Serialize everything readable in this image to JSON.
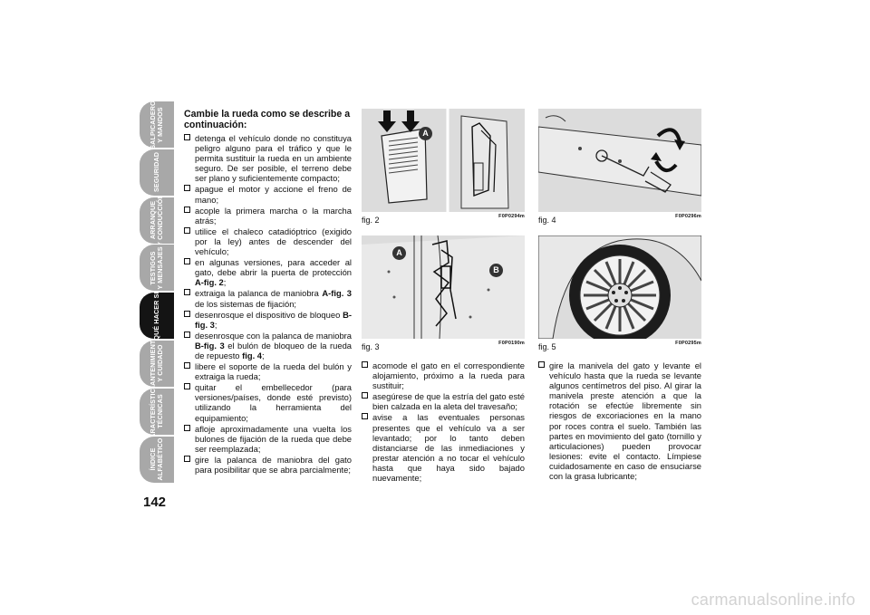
{
  "sidebar": {
    "tabs": [
      {
        "label": "SALPICADERO\nY MANDOS",
        "active": false
      },
      {
        "label": "SEGURIDAD",
        "active": false
      },
      {
        "label": "ARRANQUE\nY CONDUCCIÓN",
        "active": false
      },
      {
        "label": "TESTIGOS\nY MENSAJES",
        "active": false
      },
      {
        "label": "QUÉ HACER SI",
        "active": true
      },
      {
        "label": "MANTENIMIENTO\nY CUIDADO",
        "active": false
      },
      {
        "label": "CARACTERÍSTICAS\nTÉCNICAS",
        "active": false
      },
      {
        "label": "ÍNDICE\nALFABÉTICO",
        "active": false
      }
    ]
  },
  "page_number": "142",
  "column1": {
    "heading": "Cambie la rueda como se describe a continuación:",
    "steps": [
      [
        "detenga el vehículo donde no constituya peligro alguno para el tráfico y que le permita sustituir la rueda en un ambiente seguro. De ser posible, el terreno debe ser plano y suficientemente compacto;"
      ],
      [
        "apague el motor y accione el freno de mano;"
      ],
      [
        "acople la primera marcha o la marcha atrás;"
      ],
      [
        "utilice el chaleco catadióptrico (exigido por la ley) antes de descender del vehículo;"
      ],
      [
        "en algunas versiones, para acceder al gato, debe abrir la puerta de protección ",
        "A-fig. 2",
        ";"
      ],
      [
        "extraiga la palanca de maniobra ",
        "A-fig. 3",
        " de los sistemas de fijación;"
      ],
      [
        "desenrosque el dispositivo de bloqueo ",
        "B-fig. 3",
        ";"
      ],
      [
        "desenrosque con la palanca de maniobra ",
        "B-fig. 3",
        " el bulón de bloqueo de la rueda de repuesto ",
        "fig. 4",
        ";"
      ],
      [
        "libere el soporte de la rueda del bulón y extraiga la rueda;"
      ],
      [
        "quitar el embellecedor (para versiones/países, donde esté previsto) utilizando la herramienta del equipamiento;"
      ],
      [
        "afloje aproximadamente una vuelta los bulones de fijación de la rueda que debe ser reemplazada;"
      ],
      [
        "gire la palanca de maniobra del gato para posibilitar que se abra parcialmente;"
      ]
    ]
  },
  "column2": {
    "steps": [
      [
        "acomode el gato en el correspondiente alojamiento, próximo a la rueda para sustituir;"
      ],
      [
        "asegúrese de que la estría del gato esté bien calzada en la aleta del travesaño;"
      ],
      [
        "avise a las eventuales personas presentes que el vehículo va a ser levantado; por lo tanto deben distanciarse de las inmediaciones y prestar atención a no tocar el vehículo hasta que haya sido bajado nuevamente;"
      ]
    ]
  },
  "column3": {
    "steps": [
      [
        "gire la manivela del gato y levante el vehículo hasta que la rueda se levante algunos centímetros del piso. Al girar la manivela preste atención a que la rotación se efectúe libremente sin riesgos de excoriaciones en la mano por roces contra el suelo. También las partes en movimiento del gato (tornillo y articulaciones) pueden provocar lesiones: evite el contacto. Límpiese cuidadosamente en caso de ensuciarse con la grasa lubricante;"
      ]
    ]
  },
  "figures": {
    "fig2": {
      "label": "fig. 2",
      "code": "F0P0294m",
      "callouts": [
        "A"
      ]
    },
    "fig3": {
      "label": "fig. 3",
      "code": "F0P0190m",
      "callouts": [
        "A",
        "B"
      ]
    },
    "fig4": {
      "label": "fig. 4",
      "code": "F0P0296m"
    },
    "fig5": {
      "label": "fig. 5",
      "code": "F0P0295m"
    }
  },
  "watermark": "carmanualsonline.info",
  "colors": {
    "tab_inactive": "#a8a8a8",
    "tab_active": "#141414",
    "figure_bg": "#dcdcdc"
  }
}
